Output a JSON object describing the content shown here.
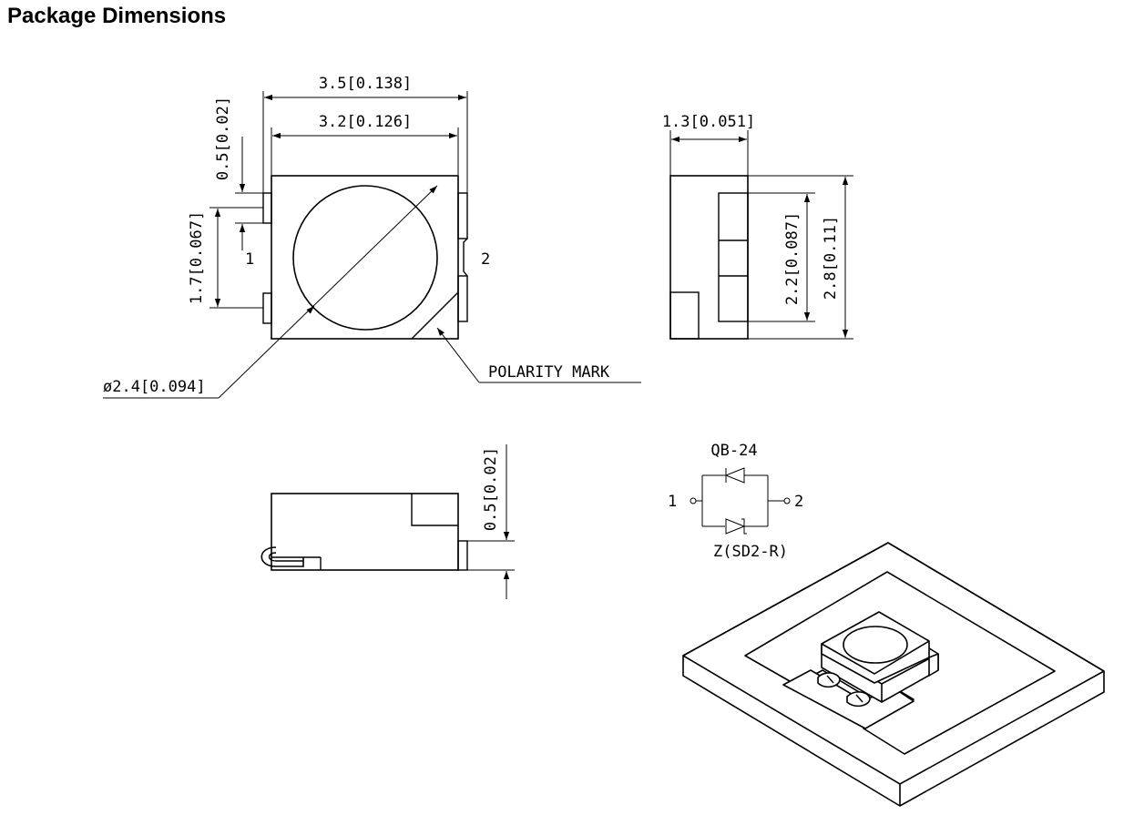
{
  "title": "Package Dimensions",
  "dims": {
    "width_outer": "3.5[0.138]",
    "width_inner": "3.2[0.126]",
    "pad_gap": "0.5[0.02]",
    "pad_pitch": "1.7[0.067]",
    "pin1": "1",
    "pin2": "2",
    "diameter": "ø2.4[0.094]",
    "polarity": "POLARITY MARK",
    "side_width": "1.3[0.051]",
    "side_inner_h": "2.2[0.087]",
    "side_outer_h": "2.8[0.11]",
    "bottom_gap": "0.5[0.02]"
  },
  "schematic": {
    "part": "QB-24",
    "zener": "Z(SD2-R)",
    "pin1": "1",
    "pin2": "2"
  }
}
